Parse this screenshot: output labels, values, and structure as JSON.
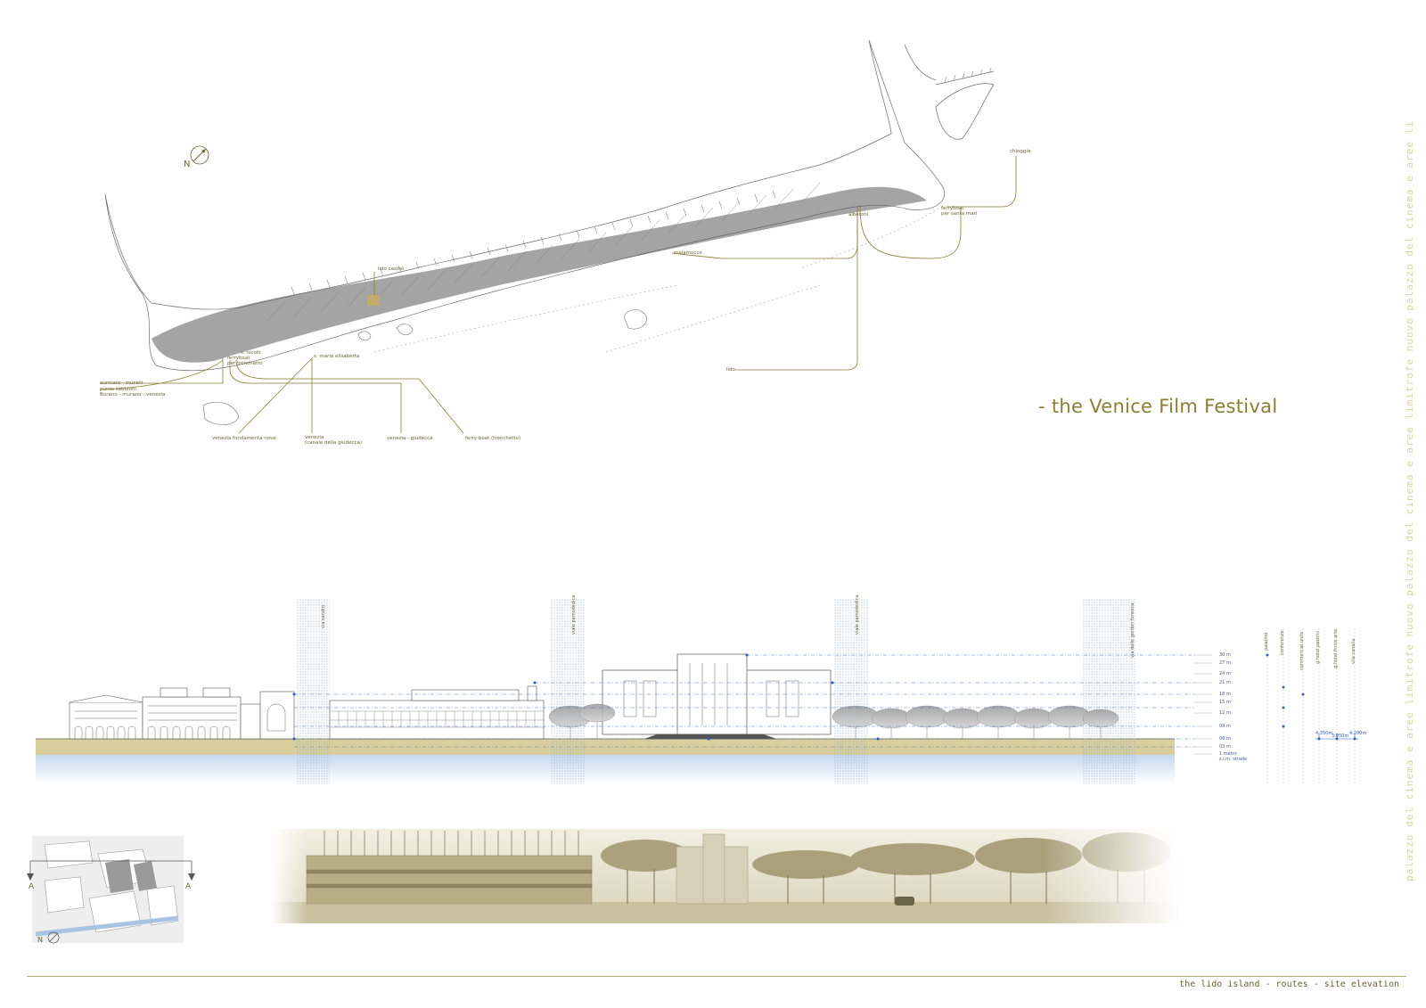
{
  "title": "- the Venice Film Festival",
  "vertical_title": "palazzo del cinema e aree limitrofe   nuovo palazzo del cinema e aree limitrofe   nuovo palazzo del cinema e aree li",
  "footer_caption": "the lido island - routes - site elevation",
  "north_label": "N",
  "key_plan": {
    "north_label": "N",
    "section_left": "A",
    "section_right": "A"
  },
  "map_labels": {
    "lido_casino": "lido casinò",
    "malamocco": "malamocco",
    "alberoni": "alberoni",
    "chioggia": "chioggia",
    "ferryboat_santa_maria": "ferryboat",
    "ferryboat_santa_maria_2": "per santa mari",
    "s_nicolo": "s. nicolò",
    "ferryboat_tronchetto": "ferryboat",
    "ferryboat_tronchetto_2": "per tronchetto",
    "s_maria_elisabetta": "s. maria elisabetta",
    "lido": "lido",
    "route_1": "aurmaro - murani",
    "route_2": "punta sabbioni",
    "route_3": "Burano - murano - venezia",
    "venezia_fondamenta_nove": "venezia fondamenta nove",
    "venezia_canale": "venezia",
    "venezia_canale_2": "(canale della giudecca)",
    "venezia_giudecca": "venezia - giudecca",
    "ferry_boat_tronchetto": "ferry-boat (tronchetto)"
  },
  "elevation": {
    "corridors": [
      "via sandro",
      "viale pamodedica",
      "viale pamodedica",
      "via dalle gordon fonseca"
    ],
    "levels": [
      "30 m",
      "27 m",
      "24 m",
      "21 m",
      "18 m",
      "15 m",
      "12 m",
      "09 m",
      "06 m",
      "03 m",
      "1 metro"
    ],
    "level_note": "s.l.m. strade",
    "legend_columns": [
      "palatino",
      "conferenze",
      "commercial units",
      "g.hotel pastrici",
      "g.hotel finnis arte",
      "vila canalia"
    ],
    "dimensions": [
      "4.350m",
      "3.950m",
      "4.200m"
    ]
  },
  "colors": {
    "accent": "#8a7e35",
    "line": "#6b6438",
    "ground": "#d9cf9e",
    "water": "#c9dcef",
    "dim_blue": "#2a5bb8"
  }
}
